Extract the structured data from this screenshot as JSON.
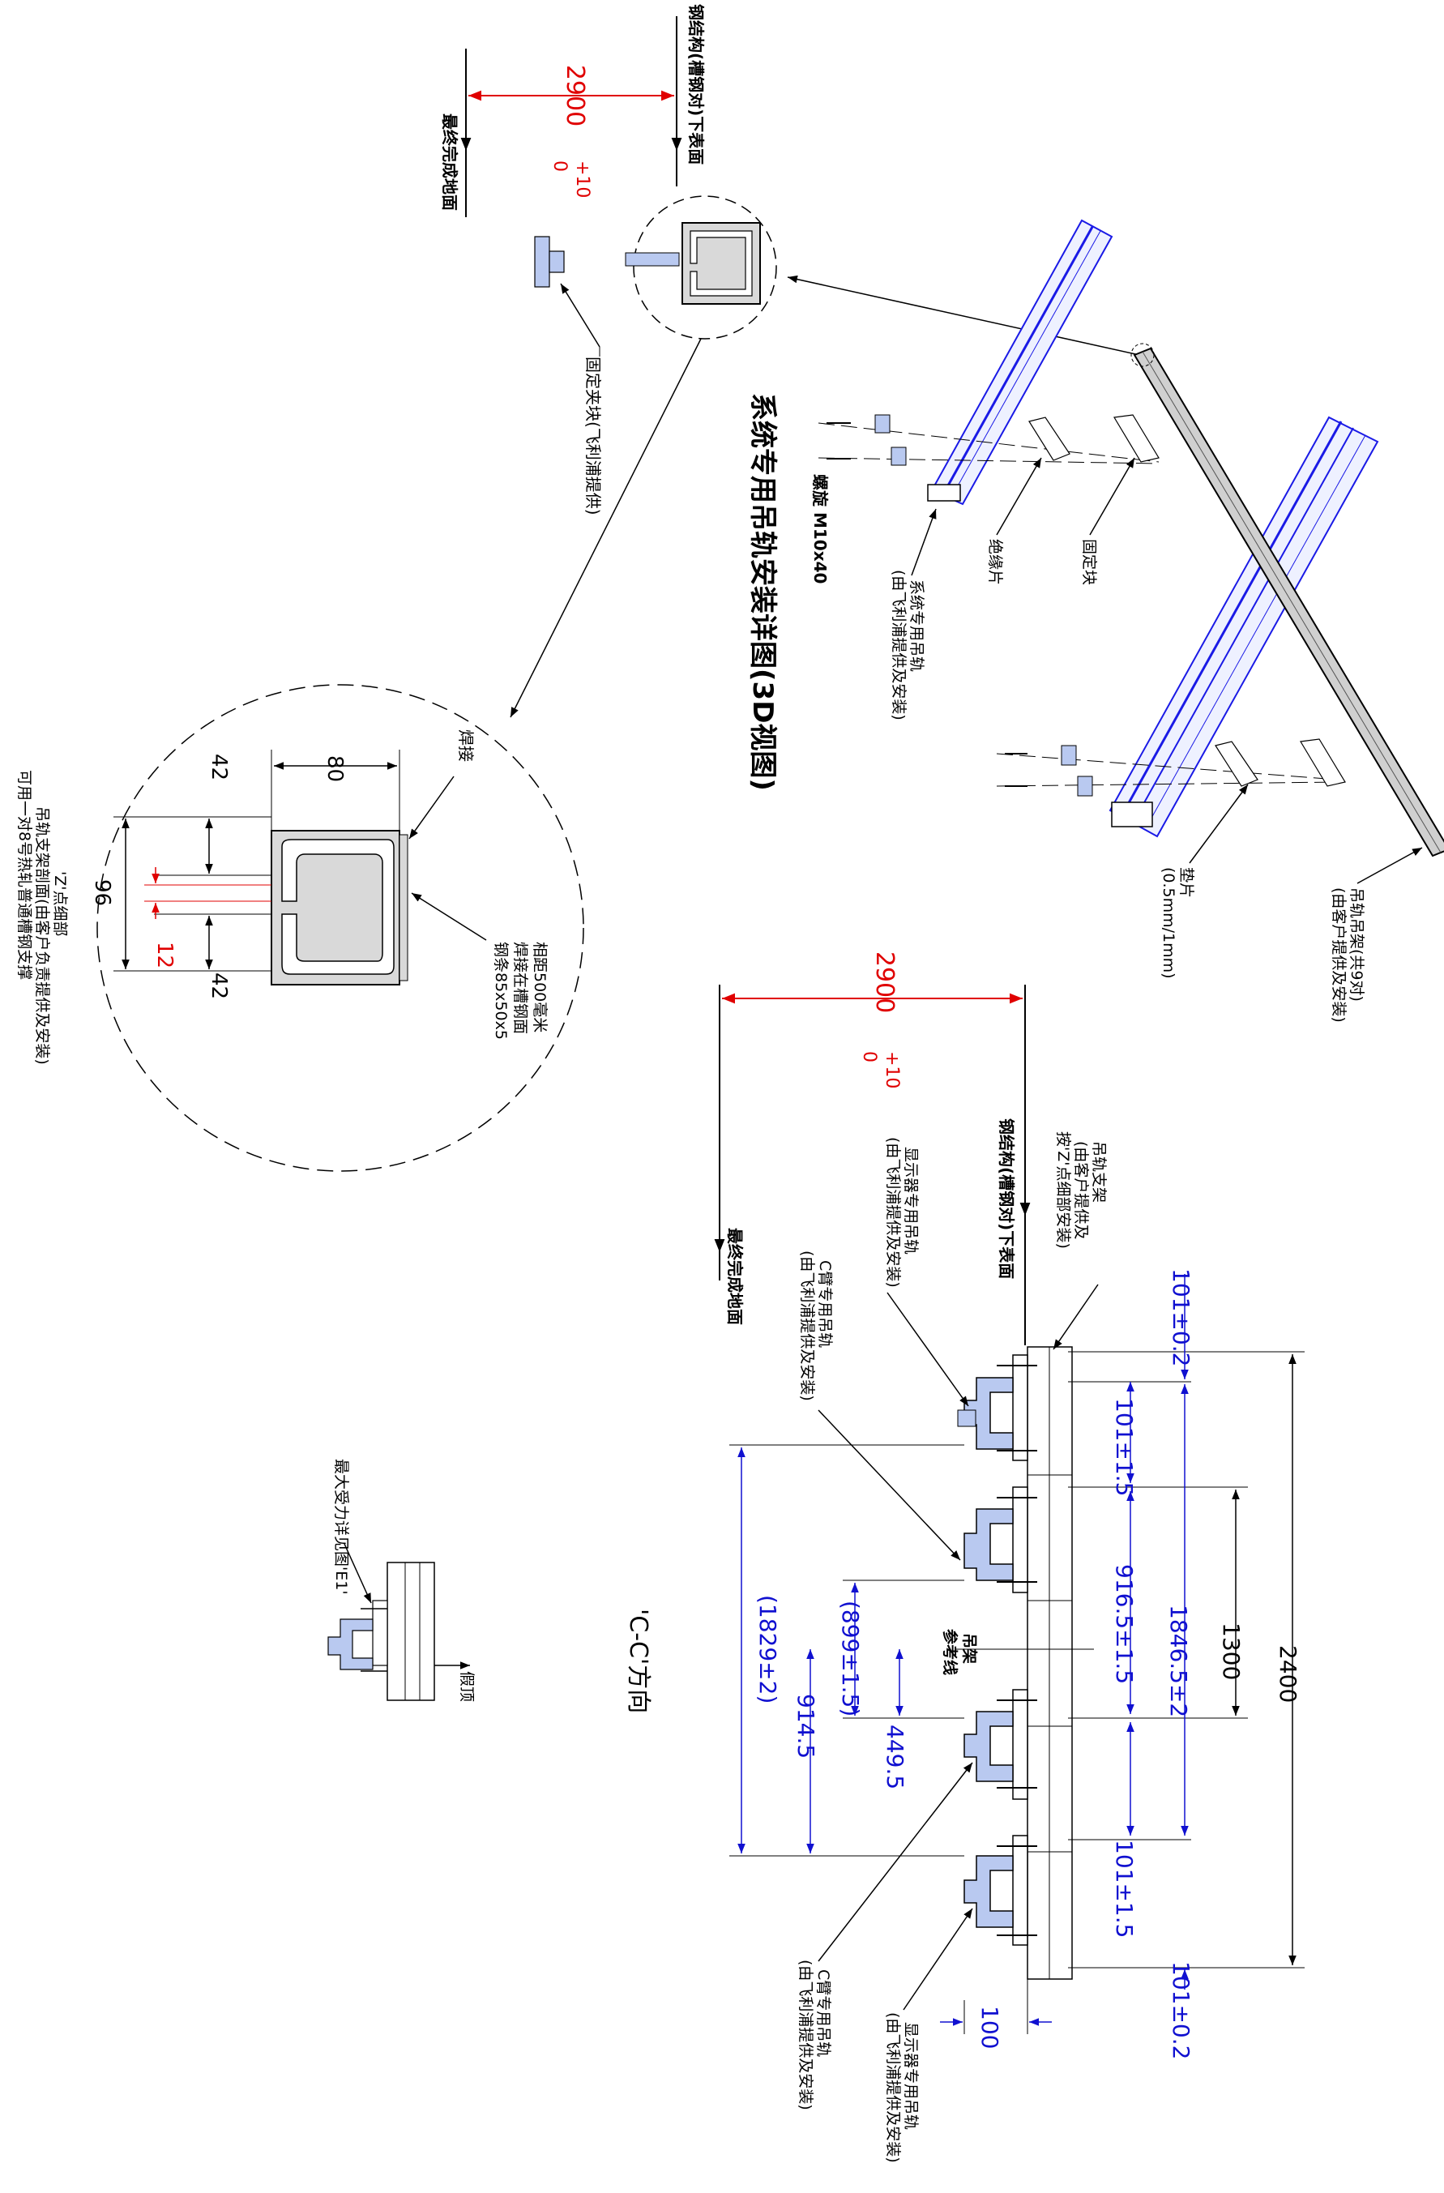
{
  "title": "系统专用吊轨安装详图(3D视图)",
  "view_label": "'C-C'方向",
  "top_left": {
    "steel_bottom_label": "钢结构(槽钢对)下表面",
    "floor_label": "最终完成地面",
    "dim_main": "2900",
    "dim_tol_plus": "+10",
    "dim_tol_zero": "0",
    "clamp_label": "固定夹块(飞利浦提供)",
    "weld_label": "焊接",
    "dim_80": "80",
    "dim_42_a": "42",
    "dim_96": "96",
    "dim_12": "12",
    "dim_42_b": "42",
    "steel_note": [
      "钢条85x50x5",
      "焊接在槽钢面",
      "相距500毫米"
    ],
    "z_detail": [
      "'Z'点细部",
      "吊轨支架剖面(由客户负责提供及安装)",
      "可用一对8号热轧普通槽钢支撑"
    ]
  },
  "view_3d": {
    "bolt_label": "螺旋 M10x40",
    "rail_label": [
      "系统专用吊轨",
      "(由飞利浦提供及安装)"
    ],
    "insulator_label": "绝缘片",
    "fixing_block_label": "固定块",
    "shim_label": [
      "垫片",
      "(0.5mm/1mm)"
    ],
    "rail_hanger_label": [
      "吊轨吊架(共9对)",
      "(由客户提供及安装)"
    ]
  },
  "section_c": {
    "dim_main": "2900",
    "dim_tol_plus": "+10",
    "dim_tol_zero": "0",
    "steel_bottom_label": "钢结构(槽钢对)下表面",
    "floor_label": "最终完成地面",
    "bracket_label": [
      "吊轨支架",
      "(由客户提供及",
      "按'Z'点细部安装)"
    ],
    "monitor_rail_top": [
      "显示器专用吊轨",
      "(由飞利浦提供及安装)"
    ],
    "c_arm_rail_top": [
      "C臂专用吊轨",
      "(由飞利浦提供及安装)"
    ],
    "c_arm_rail_bottom": [
      "C臂专用吊轨",
      "(由飞利浦提供及安装)"
    ],
    "monitor_rail_bottom": [
      "显示器专用吊轨",
      "(由飞利浦提供及安装)"
    ],
    "ref_line": [
      "吊架",
      "参考线"
    ],
    "dims": {
      "d_101_02_top": "101±0.2",
      "d_101_15_top": "101±1.5",
      "d_9165": "916.5±1.5",
      "d_18465": "1846.5±2",
      "d_1300": "1300",
      "d_2400": "2400",
      "d_101_15_bottom": "101±1.5",
      "d_101_02_bottom": "101±0.2",
      "d_899": "(899±1.5)",
      "d_4495": "449.5",
      "d_1829": "(1829±2)",
      "d_9145": "914.5",
      "d_100": "100"
    }
  },
  "small_detail": {
    "ceiling_label": "假顶",
    "force_label": "最大受力详见图'E1'"
  },
  "colors": {
    "dimension_blue": "#1010d0",
    "dimension_red": "#e00000",
    "rail_blue": "#1a1ae6",
    "steel_gray": "#d9d9d9"
  }
}
